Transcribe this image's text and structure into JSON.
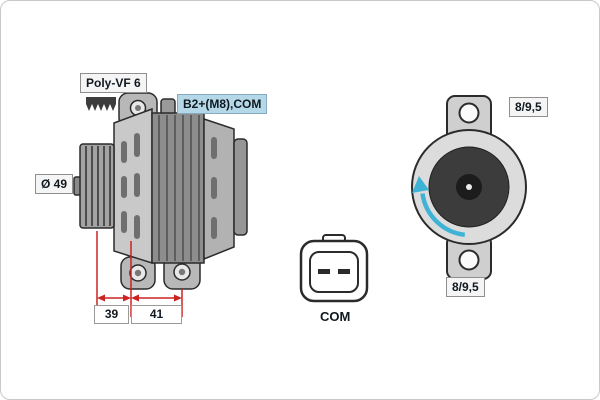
{
  "labels": {
    "belt_type": "Poly-VF 6",
    "terminal": "B2+(M8),COM",
    "pulley_diameter": "Ø 49",
    "mount_top": "8/9,5",
    "mount_bottom": "8/9,5",
    "connector": "COM"
  },
  "dimensions": {
    "pulley_width": "39",
    "body_offset": "41"
  },
  "colors": {
    "dimension_line": "#cc2222",
    "rotation_arrow": "#3fb3d6",
    "terminal_label_bg": "#b5d8e9",
    "label_bg": "#f5f5f5",
    "label_border": "#8f8f8f",
    "text": "#101820"
  },
  "icons": {
    "belt_profile": "poly-v-belt-icon",
    "rotation": "rotation-direction-arrow-icon"
  }
}
